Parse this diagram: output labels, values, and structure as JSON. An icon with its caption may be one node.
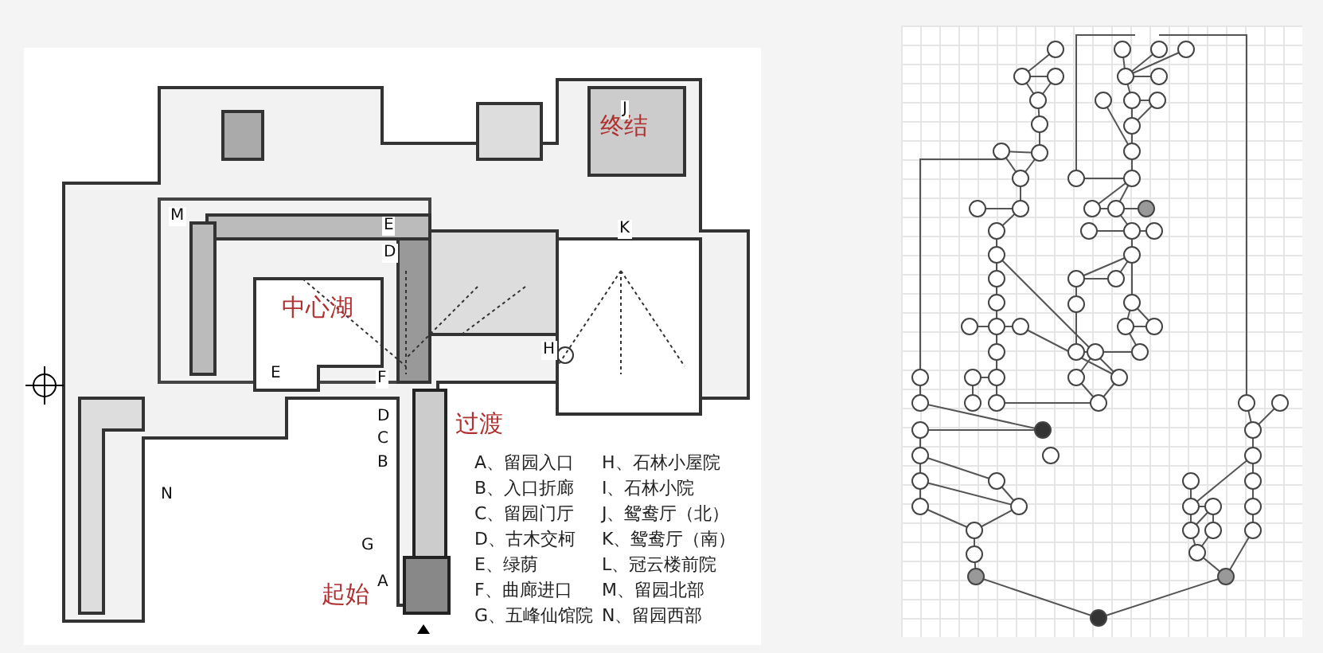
{
  "diagram": {
    "labels": [
      "终结",
      "中心湖",
      "过渡",
      "起始",
      "M",
      "E",
      "D",
      "E",
      "F",
      "D",
      "C",
      "B",
      "A",
      "H",
      "J",
      "K",
      "N",
      "G",
      "A、留园入口",
      "B、入口折廊",
      "C、留园门厅",
      "D、古木交柯",
      "E、绿荫",
      "F、曲廊进口",
      "G、五峰仙馆院",
      "H、石林小屋院",
      "I、石林小院",
      "J、鸳鸯厅（北）",
      "K、鸳鸯厅（南）",
      "L、冠云楼前院",
      "M、留园北部",
      "N、留园西部"
    ]
  }
}
